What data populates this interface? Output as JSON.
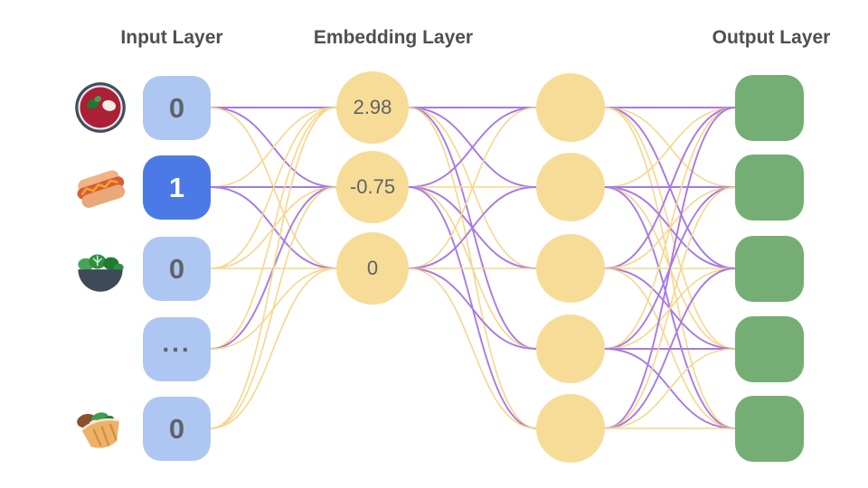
{
  "titles": {
    "input": "Input Layer",
    "embedding": "Embedding Layer",
    "output": "Output Layer"
  },
  "input_layer": {
    "nodes": [
      {
        "icon": "borscht-soup",
        "value": "0",
        "selected": false
      },
      {
        "icon": "hot-dog",
        "value": "1",
        "selected": true
      },
      {
        "icon": "green-salad",
        "value": "0",
        "selected": false
      },
      {
        "icon": null,
        "value": "...",
        "selected": false
      },
      {
        "icon": "stuffed-flatbread",
        "value": "0",
        "selected": false
      }
    ]
  },
  "embedding_layer": {
    "nodes": [
      {
        "value": "2.98"
      },
      {
        "value": "-0.75"
      },
      {
        "value": "0"
      }
    ]
  },
  "hidden_layer": {
    "node_count": 5
  },
  "output_layer": {
    "node_count": 5
  },
  "colors": {
    "input_node": "#aec7f2",
    "input_node_selected": "#4b79e6",
    "node_text": "#5f6368",
    "selected_text": "#ffffff",
    "embedding_node": "#f6dc96",
    "hidden_node": "#f6dc96",
    "output_node": "#74ae74",
    "edge_purple": "#a77ae3",
    "edge_yellow": "#f7d68c",
    "title_text": "#4f4f4f"
  },
  "edges": {
    "input_to_embedding": [
      [
        0,
        0,
        "P"
      ],
      [
        0,
        1,
        "P"
      ],
      [
        0,
        2,
        "Y"
      ],
      [
        1,
        0,
        "Y"
      ],
      [
        1,
        1,
        "P"
      ],
      [
        1,
        2,
        "P"
      ],
      [
        2,
        0,
        "Y"
      ],
      [
        2,
        1,
        "Y"
      ],
      [
        2,
        2,
        "Y"
      ],
      [
        3,
        0,
        "Y"
      ],
      [
        3,
        1,
        "P"
      ],
      [
        3,
        2,
        "Y"
      ],
      [
        4,
        0,
        "Y"
      ],
      [
        4,
        1,
        "Y"
      ],
      [
        4,
        2,
        "Y"
      ]
    ],
    "embedding_to_hidden": [
      [
        0,
        0,
        "P"
      ],
      [
        0,
        1,
        "P"
      ],
      [
        0,
        2,
        "Y"
      ],
      [
        0,
        3,
        "P"
      ],
      [
        0,
        4,
        "Y"
      ],
      [
        1,
        0,
        "P"
      ],
      [
        1,
        1,
        "Y"
      ],
      [
        1,
        2,
        "P"
      ],
      [
        1,
        3,
        "Y"
      ],
      [
        1,
        4,
        "P"
      ],
      [
        2,
        0,
        "Y"
      ],
      [
        2,
        1,
        "P"
      ],
      [
        2,
        2,
        "Y"
      ],
      [
        2,
        3,
        "P"
      ],
      [
        2,
        4,
        "Y"
      ]
    ],
    "hidden_to_output": [
      [
        0,
        0,
        "P"
      ],
      [
        0,
        1,
        "Y"
      ],
      [
        0,
        2,
        "P"
      ],
      [
        0,
        3,
        "Y"
      ],
      [
        0,
        4,
        "Y"
      ],
      [
        1,
        0,
        "Y"
      ],
      [
        1,
        1,
        "P"
      ],
      [
        1,
        2,
        "P"
      ],
      [
        1,
        3,
        "Y"
      ],
      [
        1,
        4,
        "P"
      ],
      [
        2,
        0,
        "P"
      ],
      [
        2,
        1,
        "Y"
      ],
      [
        2,
        2,
        "Y"
      ],
      [
        2,
        3,
        "P"
      ],
      [
        2,
        4,
        "Y"
      ],
      [
        3,
        0,
        "Y"
      ],
      [
        3,
        1,
        "P"
      ],
      [
        3,
        2,
        "Y"
      ],
      [
        3,
        3,
        "P"
      ],
      [
        3,
        4,
        "P"
      ],
      [
        4,
        0,
        "P"
      ],
      [
        4,
        1,
        "Y"
      ],
      [
        4,
        2,
        "P"
      ],
      [
        4,
        3,
        "Y"
      ],
      [
        4,
        4,
        "Y"
      ]
    ]
  }
}
